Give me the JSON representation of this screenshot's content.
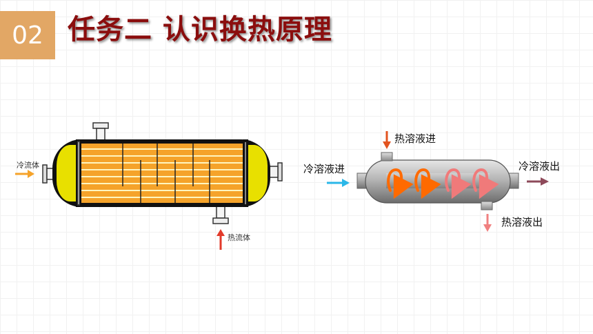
{
  "header": {
    "badge": "02",
    "title": "任务二  认识换热原理"
  },
  "left_diagram": {
    "cold_fluid_label": "冷流体",
    "hot_fluid_label": "热流体"
  },
  "right_diagram": {
    "cold_in_label": "冷溶液进",
    "cold_out_label": "冷溶液出",
    "hot_in_label": "热溶液进",
    "hot_out_label": "热溶液出"
  },
  "colors": {
    "badge": "#e2a765",
    "title": "#8b0e0e",
    "tube": "#f5a32a",
    "shell_cap": "#e8e000",
    "cold_arrow": "#2ab7e8",
    "hot_arrow": "#e23a2a",
    "cold_out_arrow": "#8e4a5a",
    "hot_out_arrow": "#f08080"
  }
}
